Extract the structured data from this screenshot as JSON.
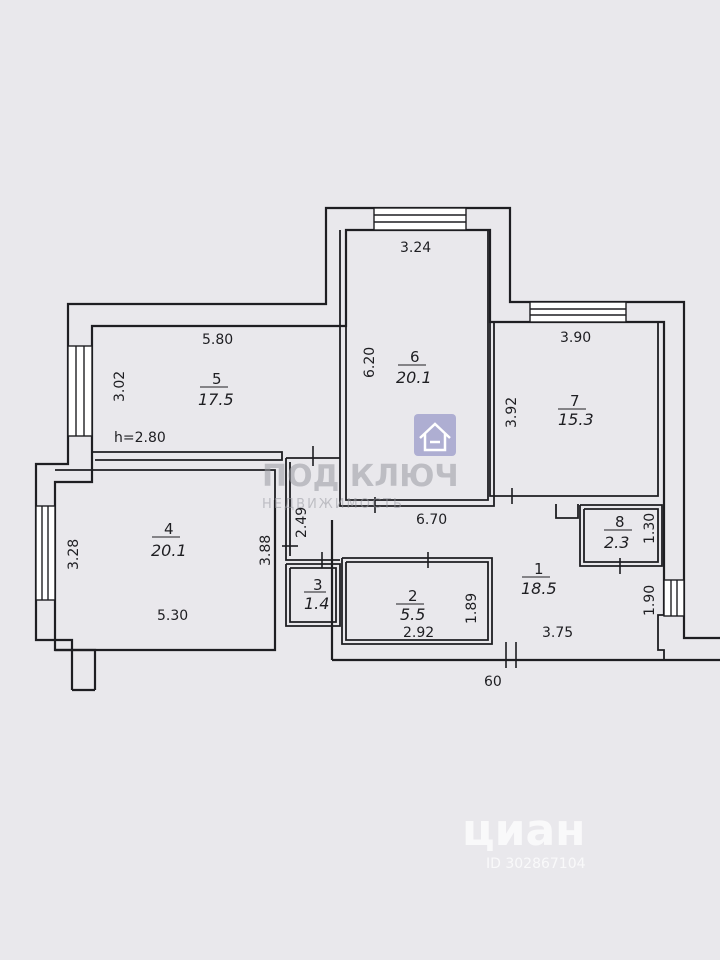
{
  "plan": {
    "ceiling_height": "h=2.80",
    "rooms": [
      {
        "key": "r1",
        "number": "1",
        "area": "18.5"
      },
      {
        "key": "r2",
        "number": "2",
        "area": "5.5"
      },
      {
        "key": "r3",
        "number": "3",
        "area": "1.4"
      },
      {
        "key": "r4",
        "number": "4",
        "area": "20.1"
      },
      {
        "key": "r5",
        "number": "5",
        "area": "17.5"
      },
      {
        "key": "r6",
        "number": "6",
        "area": "20.1"
      },
      {
        "key": "r7",
        "number": "7",
        "area": "15.3"
      },
      {
        "key": "r8",
        "number": "8",
        "area": "2.3"
      }
    ],
    "dimensions": {
      "d324": "3.24",
      "d580": "5.80",
      "d390": "3.90",
      "d302": "3.02",
      "d620": "6.20",
      "d392": "3.92",
      "d670": "6.70",
      "d249": "2.49",
      "d388": "3.88",
      "d328": "3.28",
      "d530": "5.30",
      "d189": "1.89",
      "d292": "2.92",
      "d375": "3.75",
      "d190": "1.90",
      "d130": "1.30",
      "d60": "60"
    }
  },
  "watermark": {
    "brand": "ПОД КЛЮЧ",
    "tagline": "НЕДВИЖИМОСТЬ",
    "site": "циан",
    "id_text": "ID 302867104"
  },
  "colors": {
    "paper": "#e9e8ec",
    "ink": "#1e1e22",
    "watermark": "#9a9ba2"
  }
}
